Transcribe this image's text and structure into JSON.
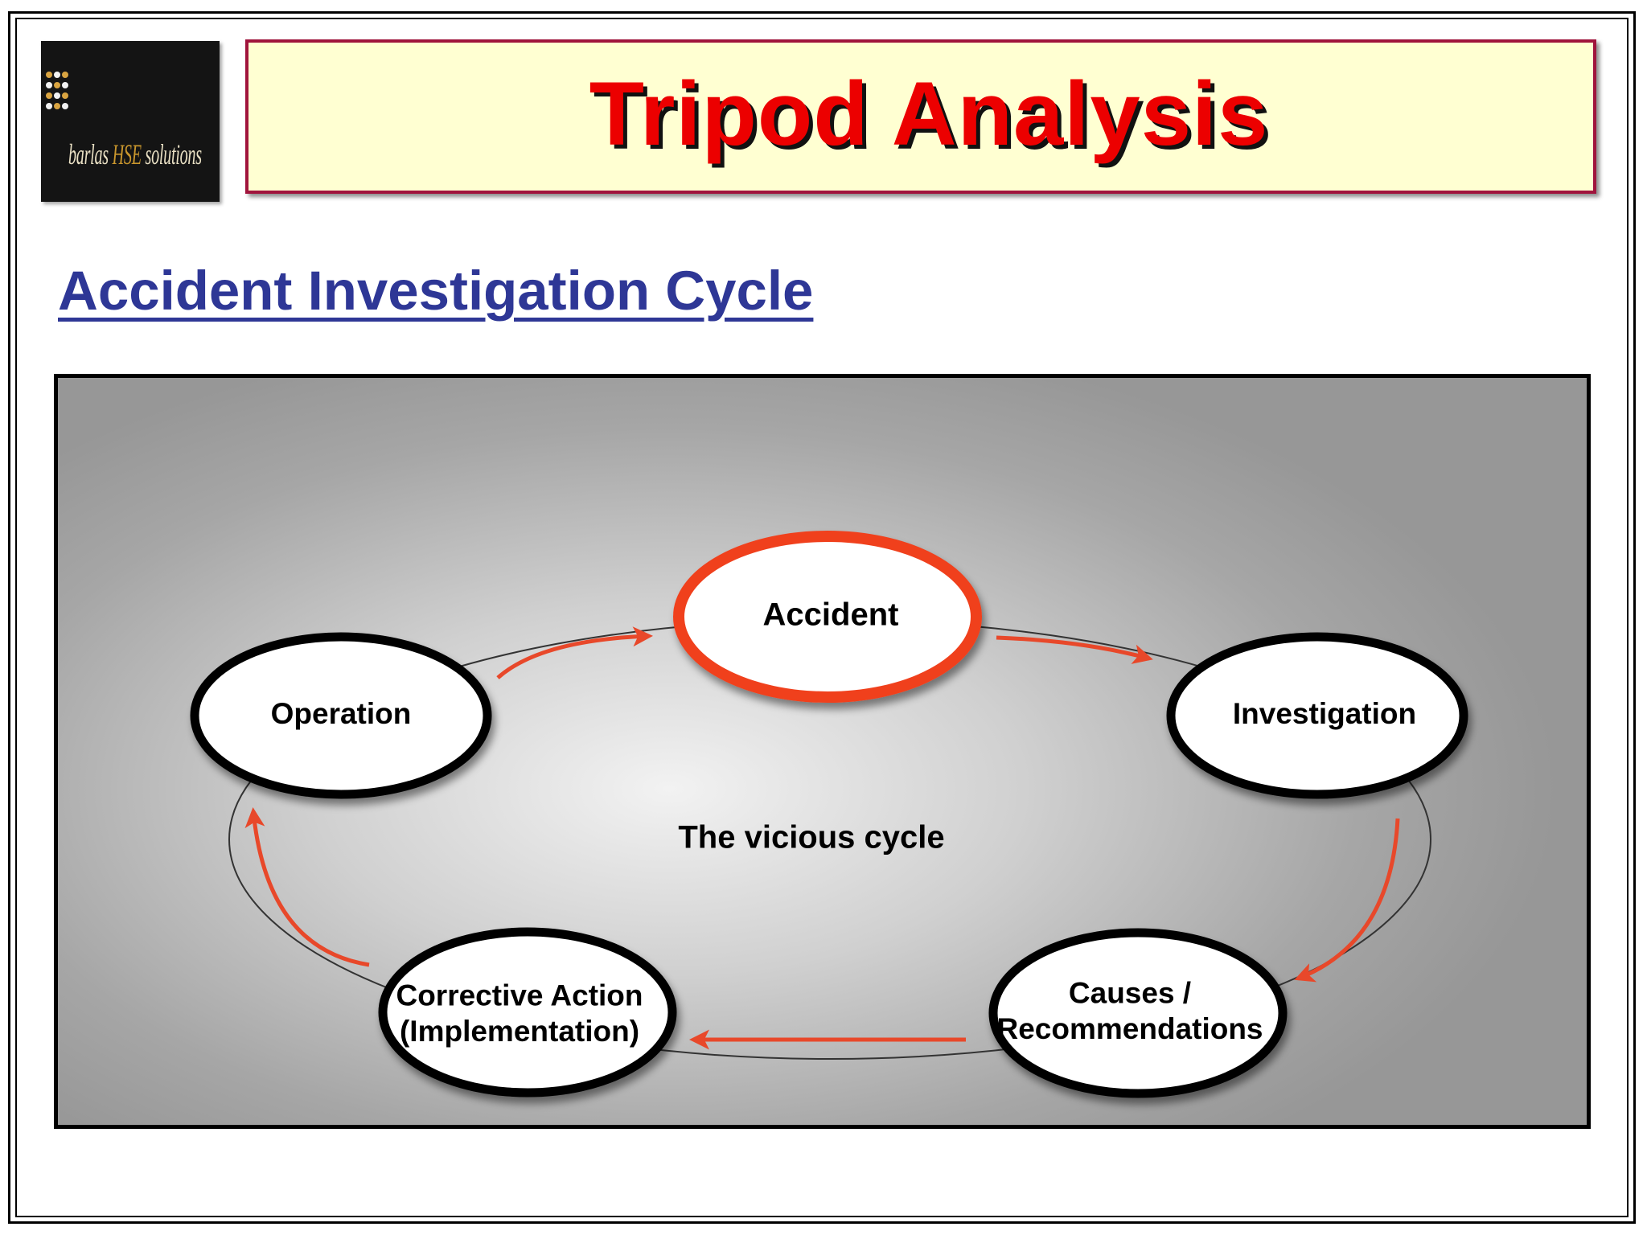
{
  "slide": {
    "title": "Tripod Analysis",
    "subtitle": "Accident Investigation Cycle"
  },
  "logo": {
    "text_prefix": "barlas ",
    "text_highlight": "HSE",
    "text_suffix": " solutions",
    "dot_colors": [
      "#d9a441",
      "#f2f2f2",
      "#d9a441",
      "#f2f2f2",
      "#d9a441",
      "#f2f2f2",
      "#d9a441",
      "#f2f2f2",
      "#d9a441",
      "#f2f2f2",
      "#d9a441",
      "#f2f2f2"
    ]
  },
  "diagram": {
    "center_label": "The vicious cycle",
    "nodes": [
      {
        "id": "accident",
        "lines": [
          "Accident"
        ],
        "highlight": true
      },
      {
        "id": "investigation",
        "lines": [
          "Investigation"
        ],
        "highlight": false
      },
      {
        "id": "causes",
        "lines": [
          "Causes /",
          "Recommendations"
        ],
        "highlight": false
      },
      {
        "id": "corrective",
        "lines": [
          "Corrective Action",
          "(Implementation)"
        ],
        "highlight": false
      },
      {
        "id": "operation",
        "lines": [
          "Operation"
        ],
        "highlight": false
      }
    ],
    "flow": [
      "accident",
      "investigation",
      "causes",
      "corrective",
      "operation",
      "accident"
    ],
    "colors": {
      "highlight_border": "#f0401e",
      "node_border": "#000000",
      "arrow": "#e8482a",
      "node_fill": "#ffffff"
    }
  }
}
